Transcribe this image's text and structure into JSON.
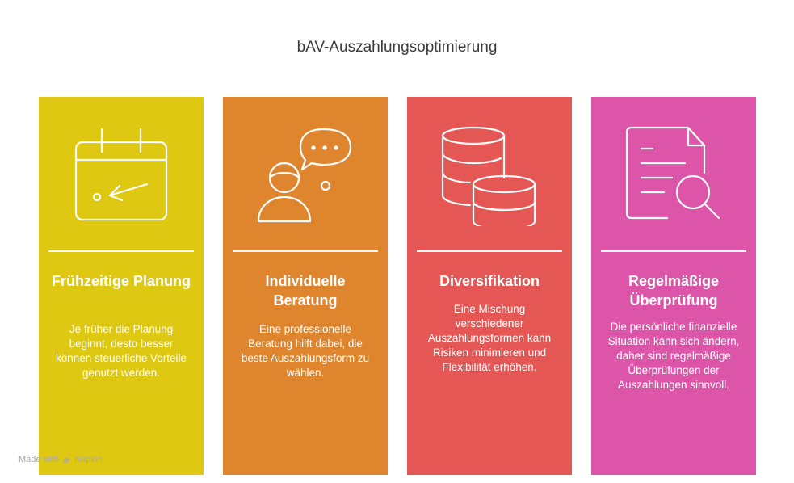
{
  "title": "bAV-Auszahlungsoptimierung",
  "cards": [
    {
      "heading": "Frühzeitige Planung",
      "text": "Je früher die Planung beginnt, desto besser können steuerliche Vorteile genutzt werden.",
      "color": "#dfc812",
      "icon": "calendar-arrow-icon"
    },
    {
      "heading": "Individuelle Beratung",
      "text": "Eine professionelle Beratung hilft dabei, die beste Auszahlungsform zu wählen.",
      "color": "#df852e",
      "icon": "person-chat-icon"
    },
    {
      "heading": "Diversifikation",
      "text": "Eine Mischung verschiedener Auszahlungsformen kann Risiken minimieren und Flexibilität erhöhen.",
      "color": "#e45754",
      "icon": "coin-stacks-icon"
    },
    {
      "heading": "Regelmäßige Überprüfung",
      "text": "Die persönliche finanzielle Situation kann sich ändern, daher sind regelmäßige Überprüfungen der Auszahlungen sinnvoll.",
      "color": "#dc55a9",
      "icon": "document-search-icon"
    }
  ],
  "watermark": {
    "made_with": "Made with",
    "brand": "Napkin"
  }
}
